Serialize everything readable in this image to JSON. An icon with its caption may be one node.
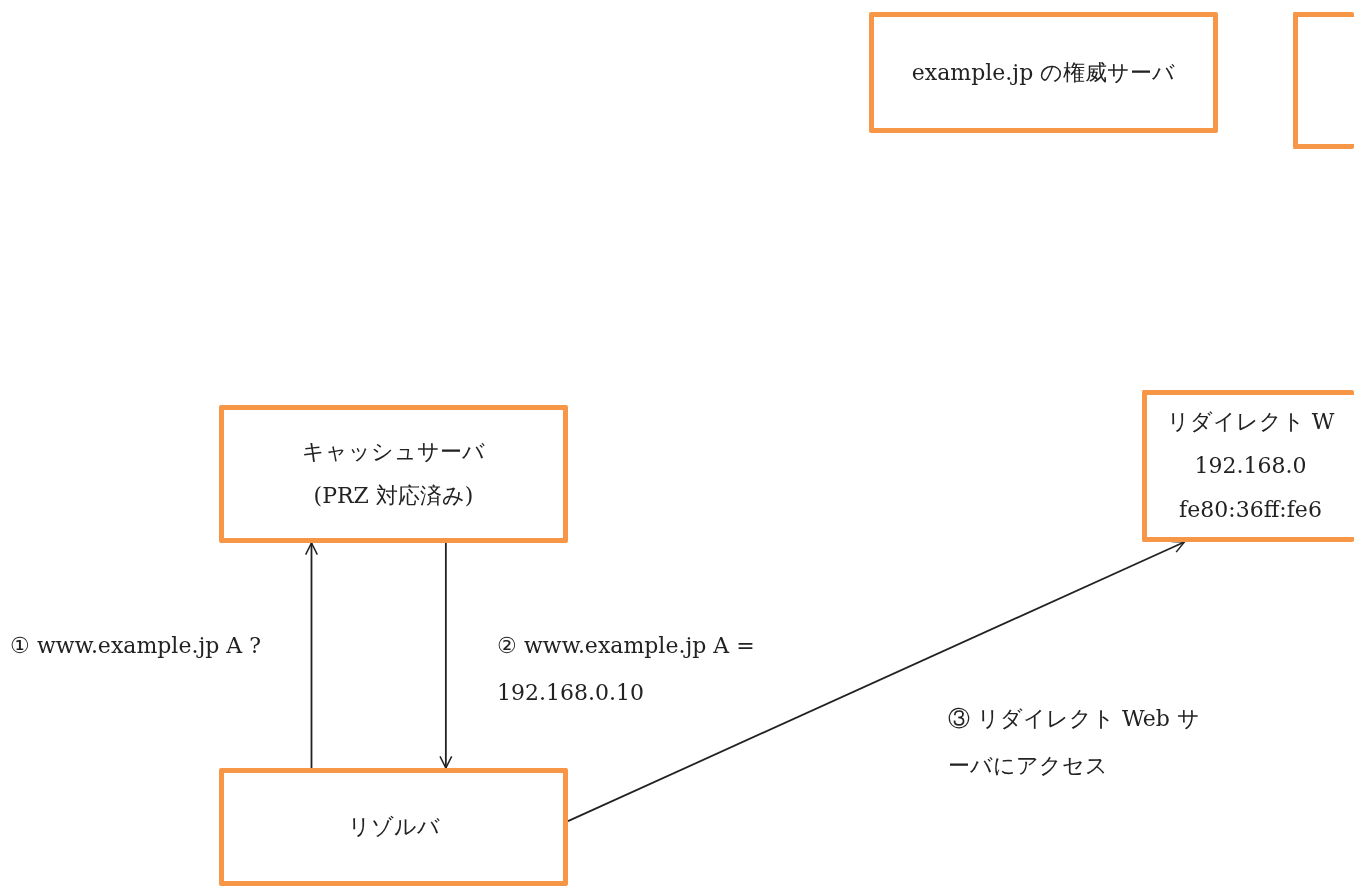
{
  "diagram": {
    "nodes": [
      {
        "text": [
          "example.jp の権威サーバ"
        ]
      },
      {
        "text": [],
        "shape": "box"
      },
      {
        "text": [
          "キャッシュサーバ",
          "(PRZ 対応済み)"
        ]
      },
      {
        "text": [
          "リダイレクト W",
          "192.168.0",
          "fe80:36ff:fe6"
        ]
      },
      {
        "text": [
          "リゾルバ"
        ]
      }
    ],
    "edges": [
      {
        "from": 4,
        "to": 2,
        "arrow": "to",
        "label": "① www.example.jp A ?"
      },
      {
        "from": 2,
        "to": 4,
        "arrow": "to",
        "label": "② www.example.jp A = 192.168.0.10"
      },
      {
        "from": 4,
        "to": 3,
        "arrow": "to",
        "label": "③ リダイレクト Web サーバにアクセス"
      }
    ]
  }
}
